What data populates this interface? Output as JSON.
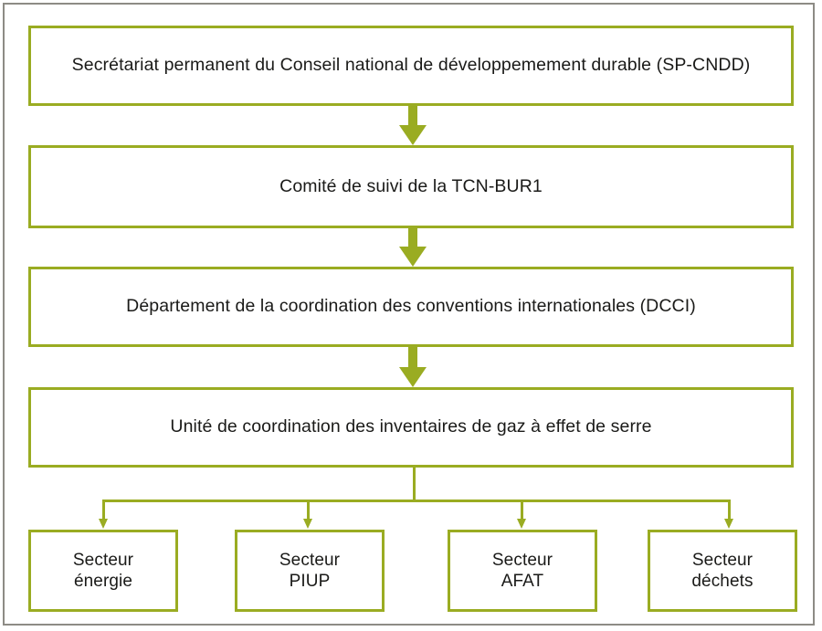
{
  "diagram": {
    "type": "organizational-flowchart",
    "accent_color": "#9aac22",
    "frame_color": "#8d8b85",
    "text_color": "#1a1a18",
    "background": "#ffffff",
    "hierarchy": [
      {
        "id": "spcndd",
        "level": 1,
        "label": "Secrétariat permanent du Conseil national de développemement durable (SP-CNDD)"
      },
      {
        "id": "comite",
        "level": 2,
        "label": "Comité de suivi de la TCN-BUR1"
      },
      {
        "id": "dcci",
        "level": 3,
        "label": "Département de la coordination des conventions internationales (DCCI)"
      },
      {
        "id": "unite",
        "level": 4,
        "label": "Unité de coordination des inventaires de gaz à effet de serre"
      }
    ],
    "sectors": [
      {
        "id": "energie",
        "line1": "Secteur",
        "line2": "énergie"
      },
      {
        "id": "piup",
        "line1": "Secteur",
        "line2": "PIUP"
      },
      {
        "id": "afat",
        "line1": "Secteur",
        "line2": "AFAT"
      },
      {
        "id": "dechets",
        "line1": "Secteur",
        "line2": "déchets"
      }
    ],
    "connectors": [
      {
        "id": "arrow-1",
        "from": "spcndd",
        "to": "comite",
        "style": "thick-down-arrow"
      },
      {
        "id": "arrow-2",
        "from": "comite",
        "to": "dcci",
        "style": "thick-down-arrow"
      },
      {
        "id": "arrow-3",
        "from": "dcci",
        "to": "unite",
        "style": "thick-down-arrow"
      },
      {
        "id": "branch-energie",
        "from": "unite",
        "to": "energie",
        "style": "thin-elbow-arrow"
      },
      {
        "id": "branch-piup",
        "from": "unite",
        "to": "piup",
        "style": "thin-elbow-arrow"
      },
      {
        "id": "branch-afat",
        "from": "unite",
        "to": "afat",
        "style": "thin-elbow-arrow"
      },
      {
        "id": "branch-dechets",
        "from": "unite",
        "to": "dechets",
        "style": "thin-elbow-arrow"
      }
    ]
  }
}
